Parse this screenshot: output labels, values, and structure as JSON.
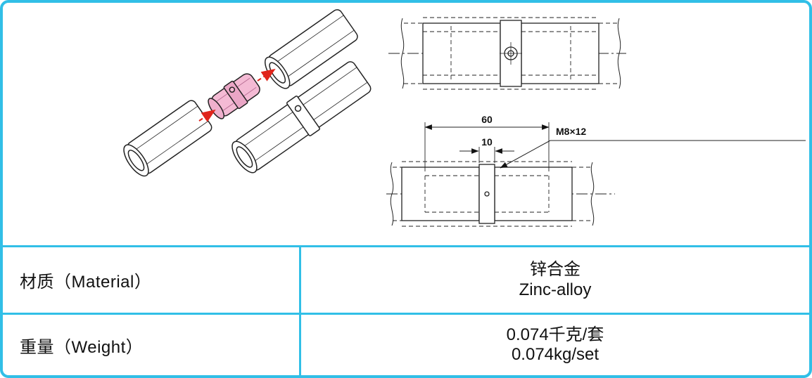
{
  "page": {
    "accent_color": "#31bfe7",
    "background": "#ffffff"
  },
  "drawing": {
    "dim_overall": "60",
    "dim_collar": "10",
    "thread_label": "M8×12"
  },
  "table": {
    "rows": [
      {
        "label": "材质（Material）",
        "value_primary": "锌合金",
        "value_secondary": "Zinc-alloy"
      },
      {
        "label": "重量（Weight）",
        "value_primary": "0.074千克/套",
        "value_secondary": "0.074kg/set"
      }
    ]
  }
}
